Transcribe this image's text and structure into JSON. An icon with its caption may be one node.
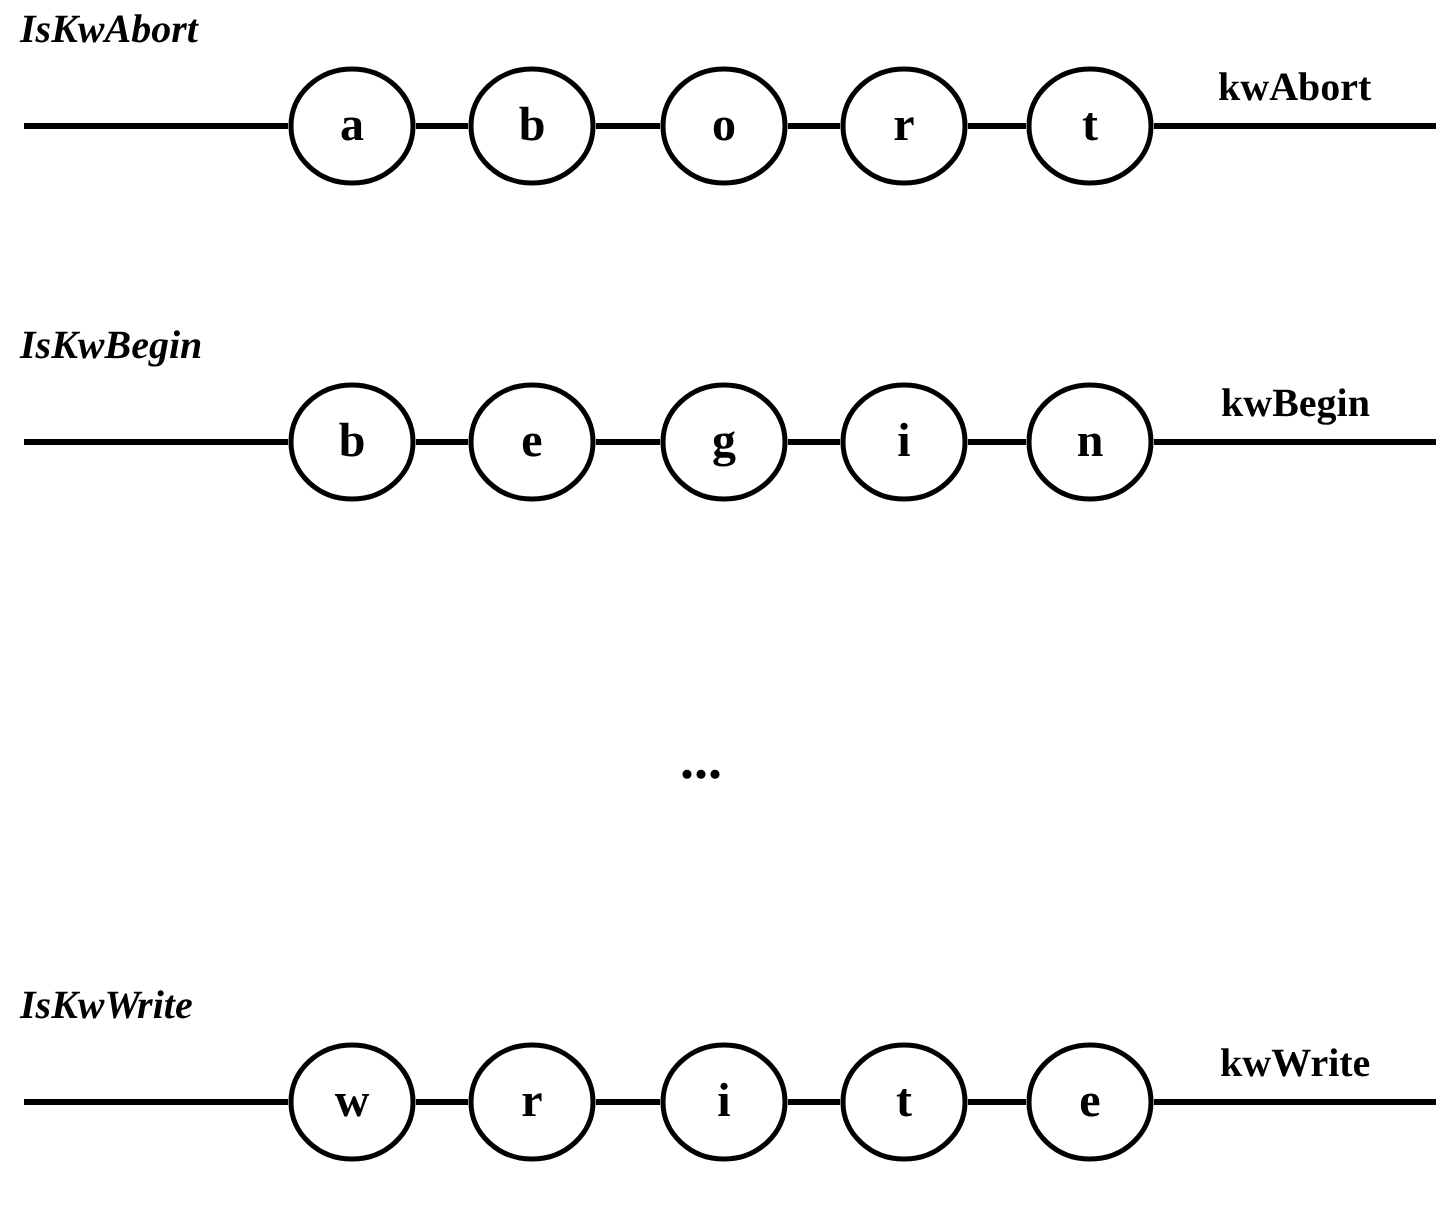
{
  "diagram": {
    "nodes": [
      {
        "text": [
          "a"
        ]
      },
      {
        "text": [
          "b"
        ]
      },
      {
        "text": [
          "o"
        ]
      },
      {
        "text": [
          "r"
        ]
      },
      {
        "text": [
          "t"
        ]
      },
      {
        "text": [
          "b"
        ]
      },
      {
        "text": [
          "e"
        ]
      },
      {
        "text": [
          "g"
        ]
      },
      {
        "text": [
          "i"
        ]
      },
      {
        "text": [
          "n"
        ]
      },
      {
        "text": [
          "w"
        ]
      },
      {
        "text": [
          "r"
        ]
      },
      {
        "text": [
          "i"
        ]
      },
      {
        "text": [
          "t"
        ]
      },
      {
        "text": [
          "e"
        ]
      }
    ],
    "edges": [
      {
        "from": null,
        "to": 0,
        "arrow": "none"
      },
      {
        "from": 0,
        "to": 1,
        "arrow": "none"
      },
      {
        "from": 1,
        "to": 2,
        "arrow": "none"
      },
      {
        "from": 2,
        "to": 3,
        "arrow": "none"
      },
      {
        "from": 3,
        "to": 4,
        "arrow": "none"
      },
      {
        "from": 4,
        "to": null,
        "arrow": "none",
        "label": "kwAbort"
      },
      {
        "from": null,
        "to": 5,
        "arrow": "none"
      },
      {
        "from": 5,
        "to": 6,
        "arrow": "none"
      },
      {
        "from": 6,
        "to": 7,
        "arrow": "none"
      },
      {
        "from": 7,
        "to": 8,
        "arrow": "none"
      },
      {
        "from": 8,
        "to": 9,
        "arrow": "none"
      },
      {
        "from": 9,
        "to": null,
        "arrow": "none",
        "label": "kwBegin"
      },
      {
        "from": null,
        "to": 10,
        "arrow": "none"
      },
      {
        "from": 10,
        "to": 11,
        "arrow": "none"
      },
      {
        "from": 11,
        "to": 12,
        "arrow": "none"
      },
      {
        "from": 12,
        "to": 13,
        "arrow": "none"
      },
      {
        "from": 13,
        "to": 14,
        "arrow": "none"
      },
      {
        "from": 14,
        "to": null,
        "arrow": "none",
        "label": "kwWrite"
      }
    ],
    "labels": [
      "IsKwAbort",
      "IsKwBegin",
      "...",
      "IsKwWrite"
    ]
  }
}
